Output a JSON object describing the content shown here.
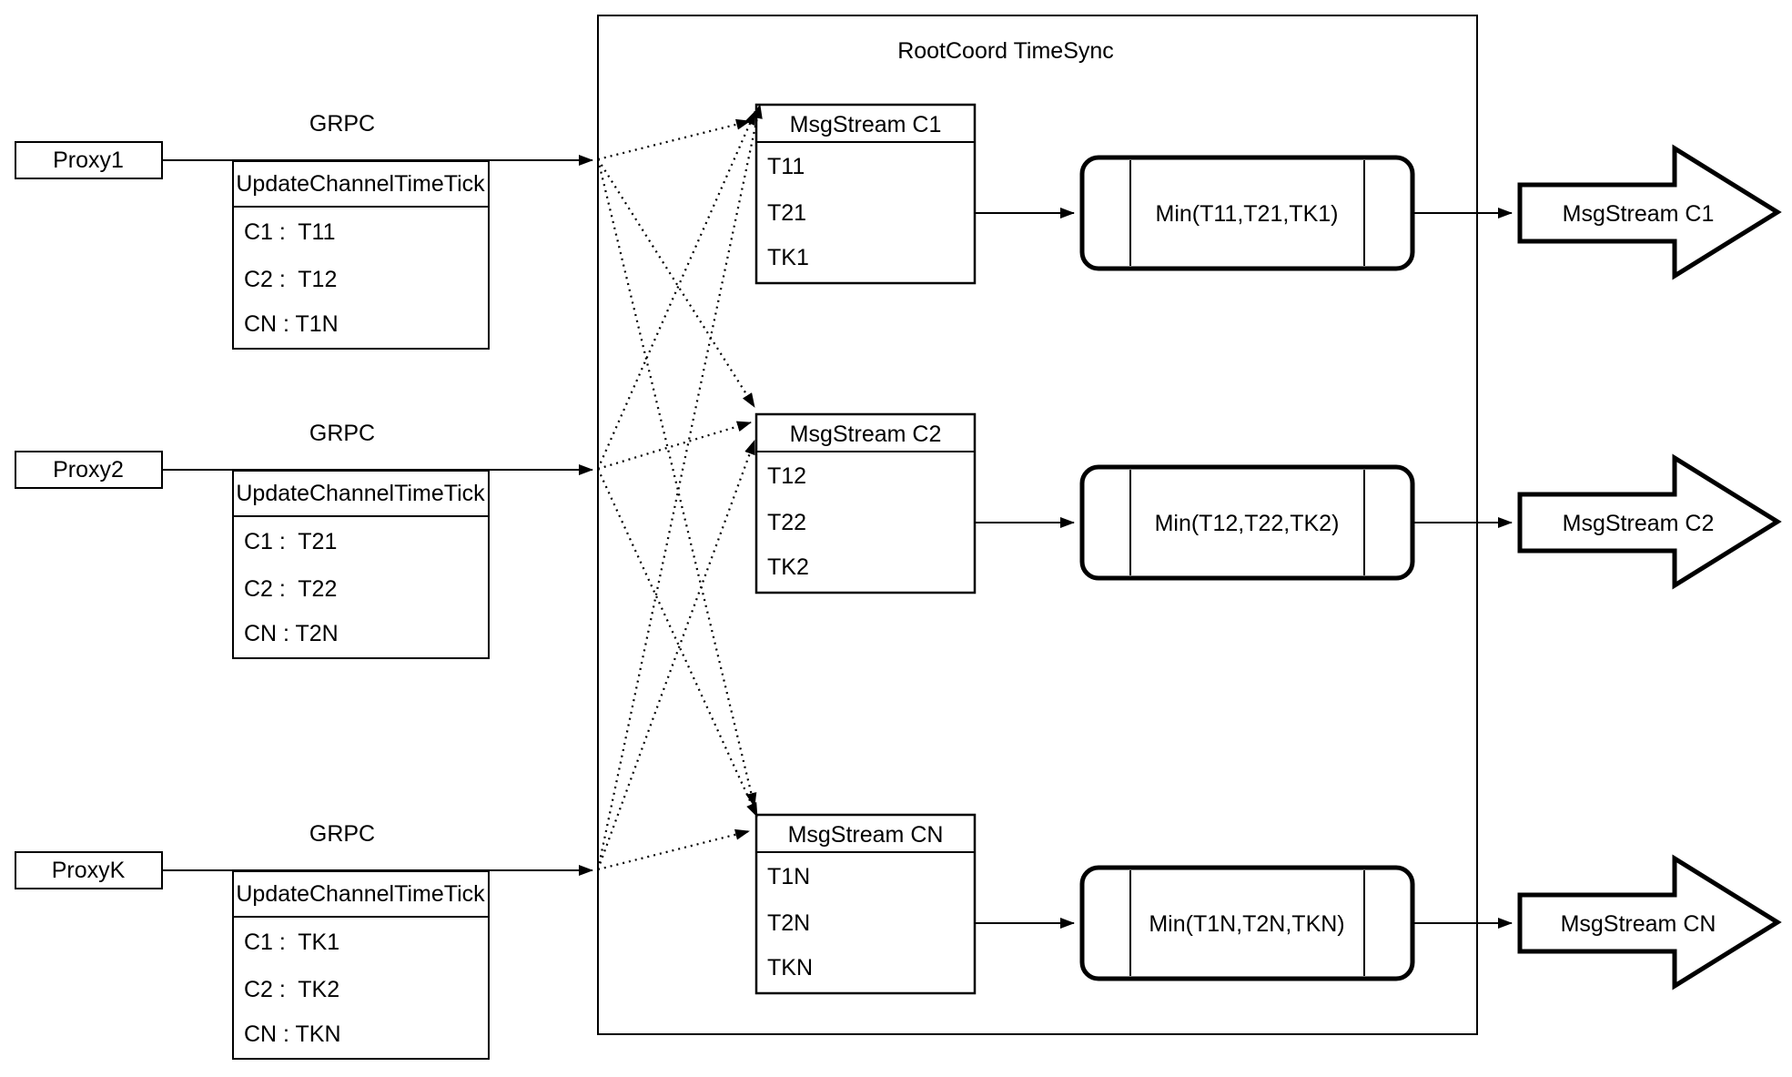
{
  "title": "RootCoord TimeSync",
  "colors": {
    "line": "#000000",
    "background": "#ffffff"
  },
  "groups": [
    {
      "proxy": "Proxy1",
      "protocol": "GRPC",
      "request": {
        "title": "UpdateChannelTimeTick",
        "rows": [
          "C1 :  T11",
          "C2 :  T12",
          "CN : T1N"
        ]
      },
      "stream": {
        "title": "MsgStream C1",
        "rows": [
          "T11",
          "T21",
          "TK1"
        ]
      },
      "min": "Min(T11,T21,TK1)",
      "output": "MsgStream C1"
    },
    {
      "proxy": "Proxy2",
      "protocol": "GRPC",
      "request": {
        "title": "UpdateChannelTimeTick",
        "rows": [
          "C1 :  T21",
          "C2 :  T22",
          "CN : T2N"
        ]
      },
      "stream": {
        "title": "MsgStream C2",
        "rows": [
          "T12",
          "T22",
          "TK2"
        ]
      },
      "min": "Min(T12,T22,TK2)",
      "output": "MsgStream C2"
    },
    {
      "proxy": "ProxyK",
      "protocol": "GRPC",
      "request": {
        "title": "UpdateChannelTimeTick",
        "rows": [
          "C1 :  TK1",
          "C2 :  TK2",
          "CN : TKN"
        ]
      },
      "stream": {
        "title": "MsgStream CN",
        "rows": [
          "T1N",
          "T2N",
          "TKN"
        ]
      },
      "min": "Min(T1N,T2N,TKN)",
      "output": "MsgStream CN"
    }
  ]
}
